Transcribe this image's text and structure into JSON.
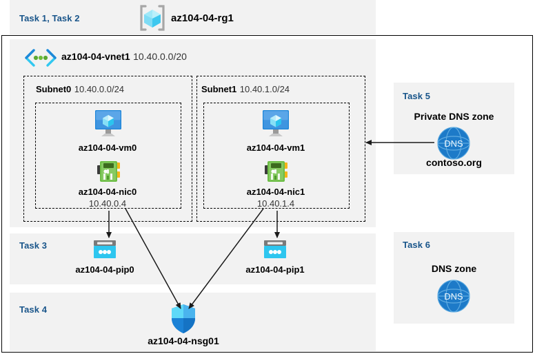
{
  "diagram": {
    "type": "azure-architecture",
    "resource_group": {
      "task_label": "Task 1, Task 2",
      "name": "az104-04-rg1",
      "icon": "resource-group-cube-icon"
    },
    "vnet": {
      "name": "az104-04-vnet1",
      "address_space": "10.40.0.0/20",
      "icon": "virtual-network-icon"
    },
    "subnets": [
      {
        "name": "Subnet0",
        "cidr": "10.40.0.0/24",
        "vm": {
          "name": "az104-04-vm0",
          "icon": "virtual-machine-icon"
        },
        "nic": {
          "name": "az104-04-nic0",
          "ip": "10.40.0.4",
          "icon": "network-interface-icon"
        }
      },
      {
        "name": "Subnet1",
        "cidr": "10.40.1.0/24",
        "vm": {
          "name": "az104-04-vm1",
          "icon": "virtual-machine-icon"
        },
        "nic": {
          "name": "az104-04-nic1",
          "ip": "10.40.1.4",
          "icon": "network-interface-icon"
        }
      }
    ],
    "public_ips": {
      "task_label": "Task 3",
      "items": [
        {
          "name": "az104-04-pip0",
          "icon": "public-ip-address-icon"
        },
        {
          "name": "az104-04-pip1",
          "icon": "public-ip-address-icon"
        }
      ]
    },
    "nsg": {
      "task_label": "Task 4",
      "name": "az104-04-nsg01",
      "icon": "network-security-group-shield-icon"
    },
    "private_dns": {
      "task_label": "Task 5",
      "title": "Private DNS zone",
      "name": "contoso.org",
      "icon": "dns-globe-icon",
      "icon_text": "DNS"
    },
    "public_dns": {
      "task_label": "Task 6",
      "title": "DNS zone",
      "icon": "dns-globe-icon",
      "icon_text": "DNS"
    },
    "colors": {
      "task_text": "#19558a",
      "panel_bg": "#f2f2f2",
      "border": "#000000",
      "azure_blue": "#0f7ddb",
      "cyan": "#32c8f0",
      "nic_green": "#63b145",
      "dns_blue": "#1e7bc8"
    }
  }
}
